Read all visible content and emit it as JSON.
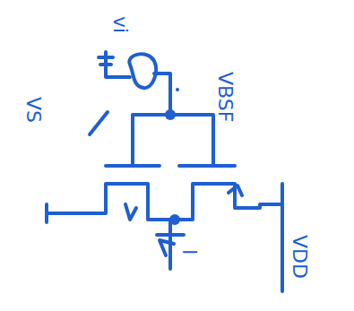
{
  "diagram": {
    "labels": [
      "vi",
      "VBSF",
      "VS",
      "I",
      "VDD"
    ]
  }
}
